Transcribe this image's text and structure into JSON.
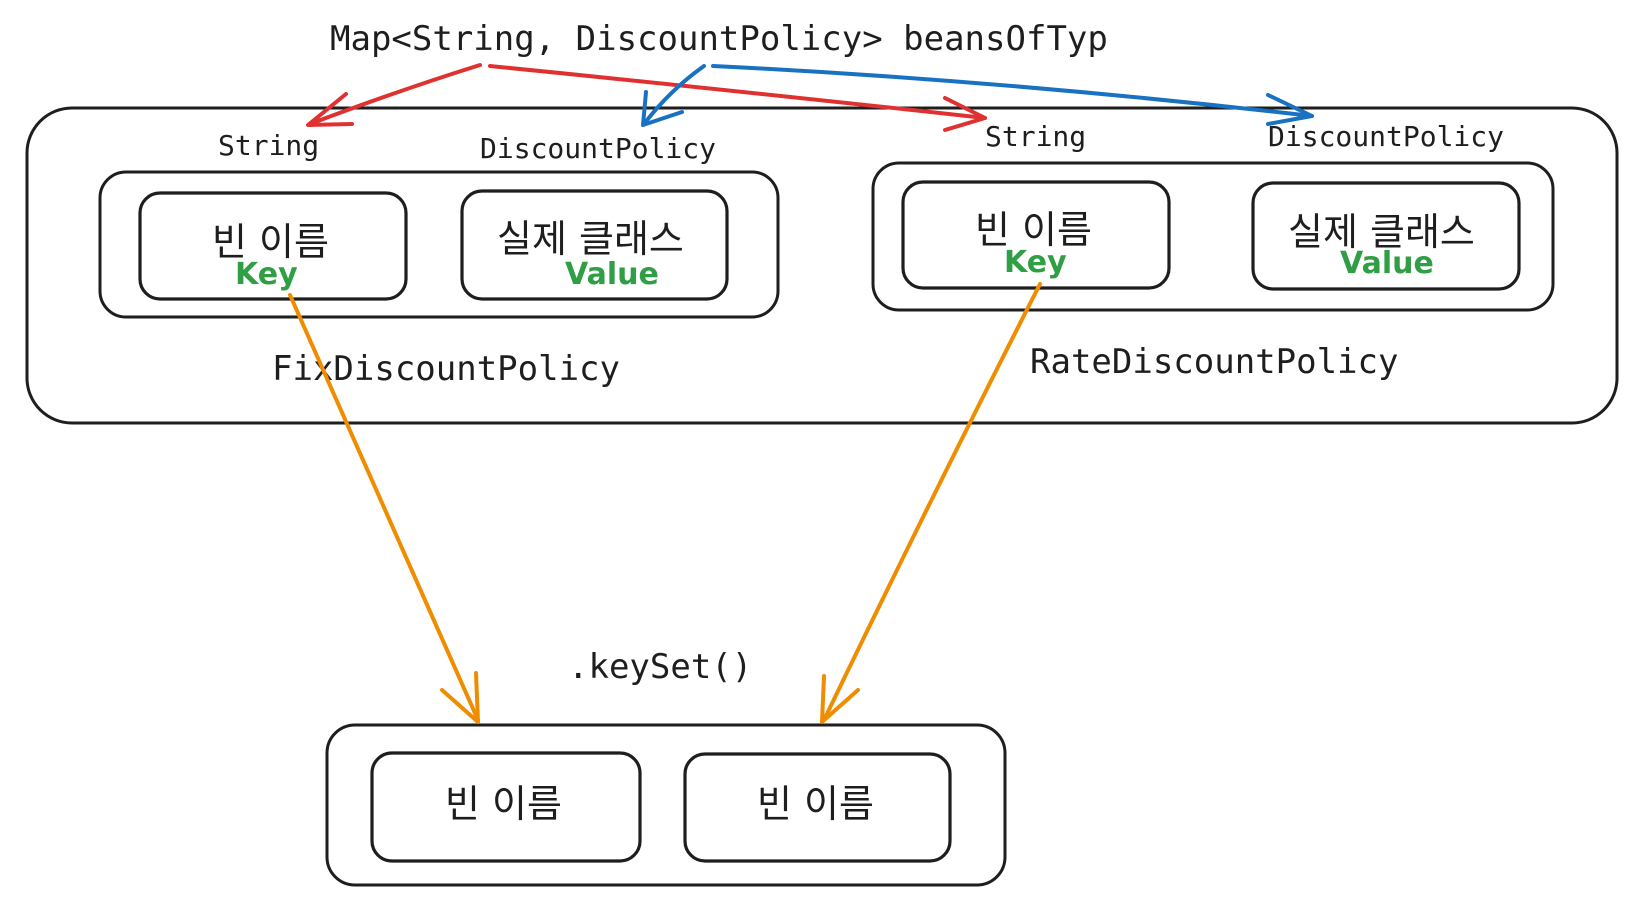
{
  "title": "Map<String, DiscountPolicy> beansOfTyp",
  "container_map": {
    "entries": [
      {
        "name_label": "FixDiscountPolicy",
        "key_type_label": "String",
        "value_type_label": "DiscountPolicy",
        "key_cell_text": "빈 이름",
        "key_tag": "Key",
        "value_cell_text": "실제 클래스",
        "value_tag": "Value"
      },
      {
        "name_label": "RateDiscountPolicy",
        "key_type_label": "String",
        "value_type_label": "DiscountPolicy",
        "key_cell_text": "빈 이름",
        "key_tag": "Key",
        "value_cell_text": "실제 클래스",
        "value_tag": "Value"
      }
    ]
  },
  "keyset": {
    "label": ".keySet()",
    "items": [
      "빈 이름",
      "빈 이름"
    ]
  },
  "colors": {
    "ink": "#1e1e1e",
    "green_tag": "#2f9e44",
    "arrow_key_type": "#e03131",
    "arrow_value_type": "#1971c2",
    "arrow_keyset": "#f08c00"
  }
}
